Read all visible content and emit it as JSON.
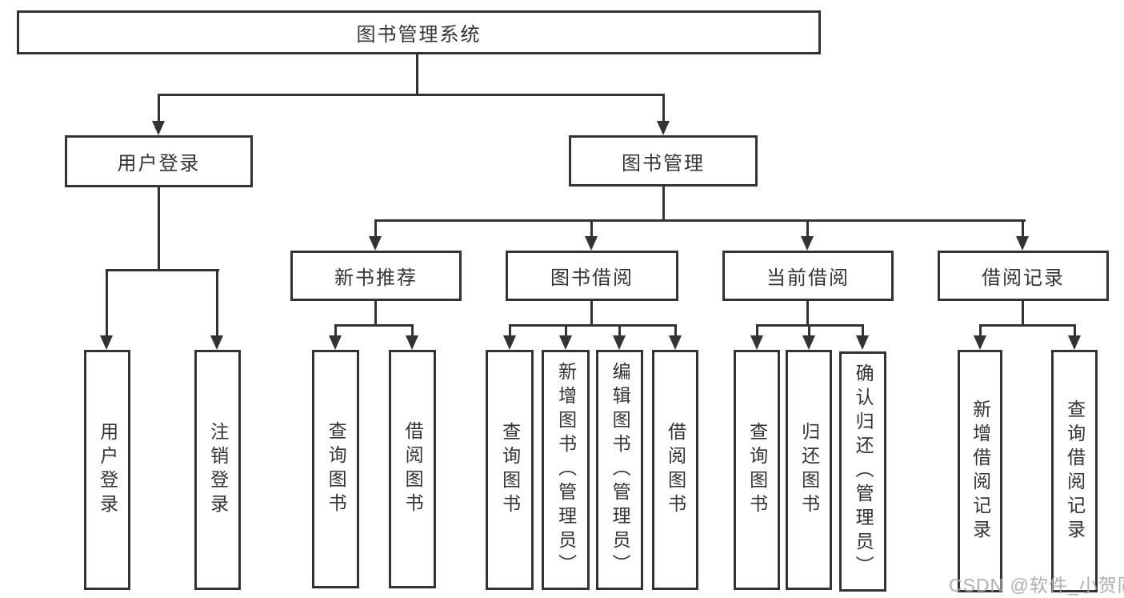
{
  "diagram": {
    "root": {
      "label": "图书管理系统"
    },
    "branches": [
      {
        "label": "用户登录",
        "children": [
          {
            "label": "用户登录"
          },
          {
            "label": "注销登录"
          }
        ]
      },
      {
        "label": "图书管理",
        "children": [
          {
            "label": "新书推荐",
            "children": [
              {
                "label": "查询图书"
              },
              {
                "label": "借阅图书"
              }
            ]
          },
          {
            "label": "图书借阅",
            "children": [
              {
                "label": "查询图书"
              },
              {
                "label": "新增图书（管理员）"
              },
              {
                "label": "编辑图书（管理员）"
              },
              {
                "label": "借阅图书"
              }
            ]
          },
          {
            "label": "当前借阅",
            "children": [
              {
                "label": "查询图书"
              },
              {
                "label": "归还图书"
              },
              {
                "label": "确认归还（管理员）"
              }
            ]
          },
          {
            "label": "借阅记录",
            "children": [
              {
                "label": "新增借阅记录"
              },
              {
                "label": "查询借阅记录"
              }
            ]
          }
        ]
      }
    ]
  },
  "watermark": {
    "text": "CSDN @软件_小贺同学"
  },
  "colors": {
    "line": "#333333",
    "box_background": "#ffffff",
    "text": "#333333",
    "watermark": "#a8a8a8",
    "page_background": "#ffffff"
  }
}
